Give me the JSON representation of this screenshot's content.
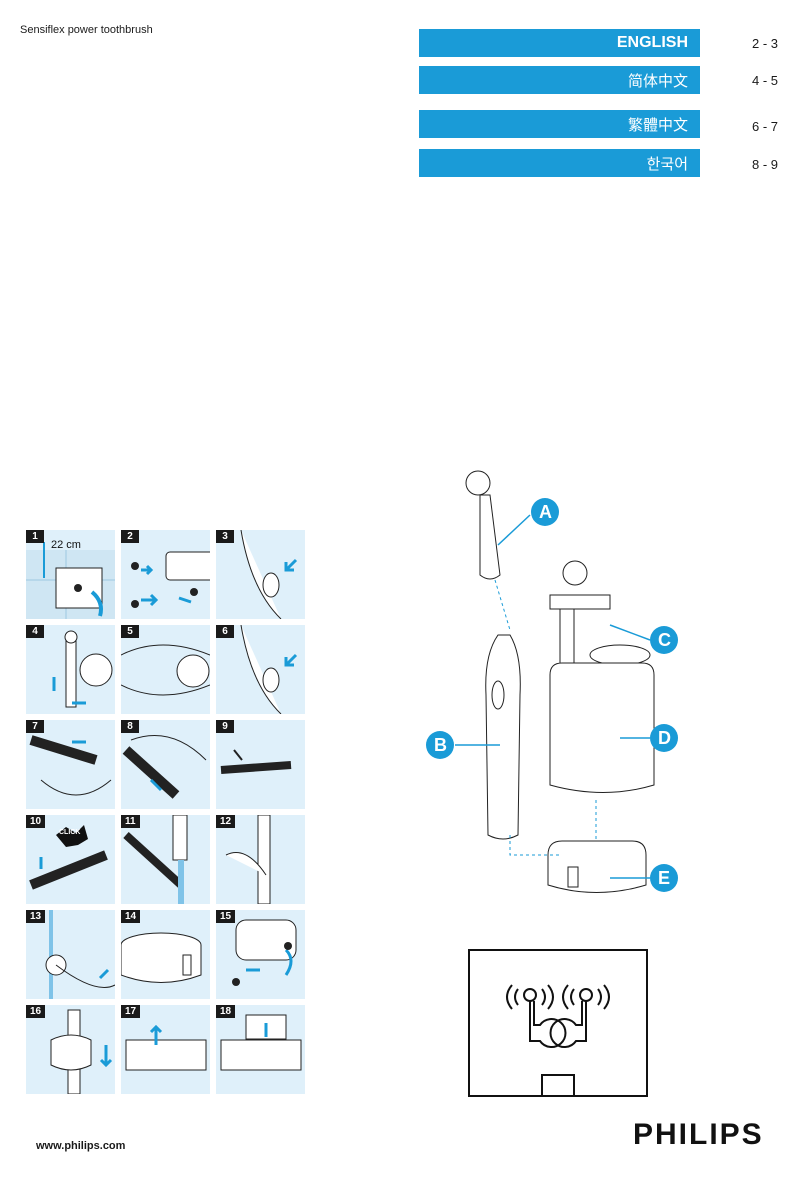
{
  "product_name": "Sensiflex power toothbrush",
  "languages": [
    {
      "label": "ENGLISH",
      "pages": "2 - 3"
    },
    {
      "label": "简体中文",
      "pages": "4 - 5"
    },
    {
      "label": "繁體中文",
      "pages": "6 - 7"
    },
    {
      "label": "한국어",
      "pages": "8 - 9"
    }
  ],
  "steps": [
    "1",
    "2",
    "3",
    "4",
    "5",
    "6",
    "7",
    "8",
    "9",
    "10",
    "11",
    "12",
    "13",
    "14",
    "15",
    "16",
    "17",
    "18"
  ],
  "step1_distance": "22 cm",
  "step10_sound": "CLICK",
  "callouts": [
    "A",
    "B",
    "C",
    "D",
    "E"
  ],
  "website": "www.philips.com",
  "brand": "PHILIPS",
  "colors": {
    "accent": "#1a9bd7",
    "panel": "#dff0fa"
  }
}
